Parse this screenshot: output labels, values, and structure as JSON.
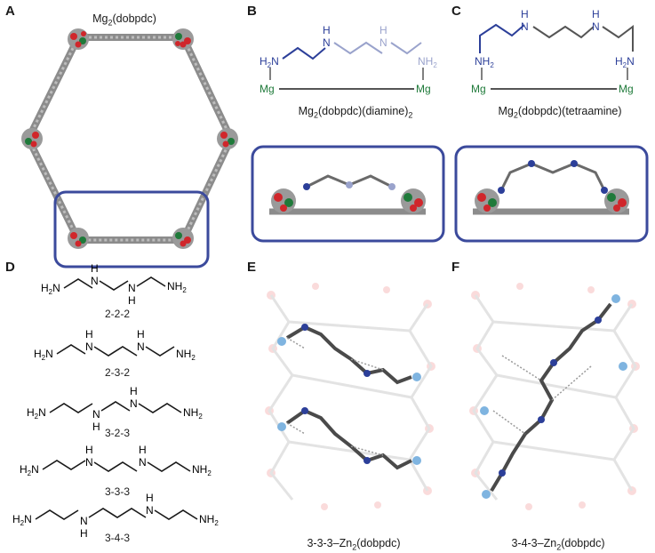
{
  "figure": {
    "panels": [
      {
        "letter": "A",
        "caption": "Mg2(dobpdc)"
      },
      {
        "letter": "B",
        "caption": "Mg2(dobpdc)(diamine)2"
      },
      {
        "letter": "C",
        "caption": "Mg2(dobpdc)(tetraamine)"
      },
      {
        "letter": "D",
        "caption": ""
      },
      {
        "letter": "E",
        "caption": "3-3-3–Zn2(dobpdc)"
      },
      {
        "letter": "F",
        "caption": "3-4-3–Zn2(dobpdc)"
      }
    ],
    "structure_labels": {
      "nh2": "NH",
      "h2n": "H",
      "n": "N",
      "h": "H",
      "mg": "Mg",
      "sub2": "2"
    },
    "amines": [
      {
        "label": "2-2-2"
      },
      {
        "label": "2-3-2"
      },
      {
        "label": "3-2-3"
      },
      {
        "label": "3-3-3"
      },
      {
        "label": "3-4-3"
      }
    ],
    "colors": {
      "frame": "#3b4a9c",
      "nitrogen": "#2c3f99",
      "nitrogen_faded": "#9aa3cc",
      "magnesium": "#1f7a3a",
      "oxygen": "#d0262b",
      "carbon": "#7a7a7a",
      "zinc": "#7fb4e0"
    }
  }
}
